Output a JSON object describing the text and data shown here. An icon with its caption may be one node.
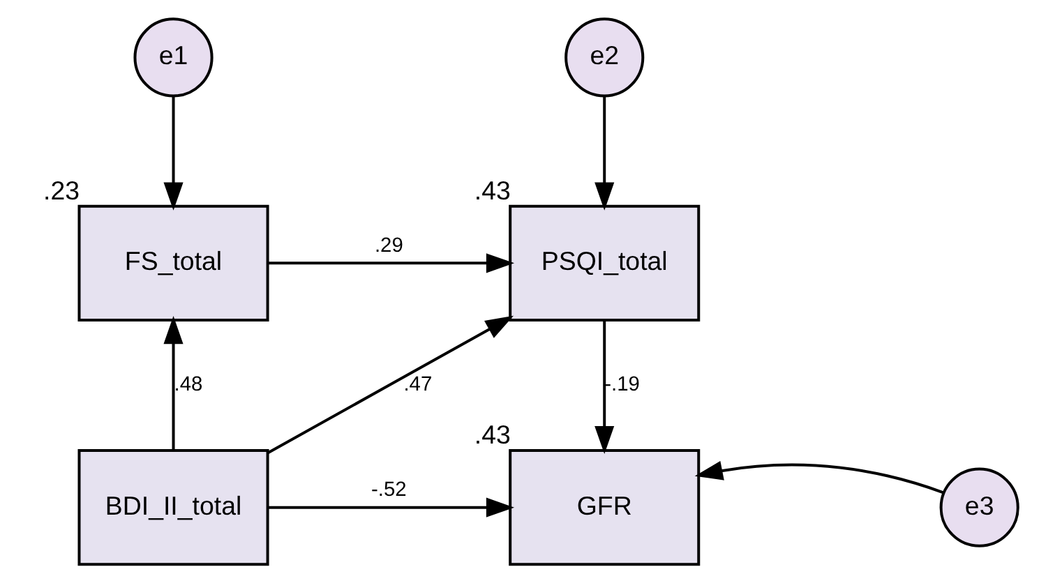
{
  "diagram": {
    "nodes": [
      {
        "text": [
          "e1"
        ]
      },
      {
        "text": [
          "e2"
        ]
      },
      {
        "text": [
          "FS_total"
        ],
        "beside": [
          ".23"
        ]
      },
      {
        "text": [
          "PSQI_total"
        ],
        "beside": [
          ".43"
        ]
      },
      {
        "text": [
          "BDI_II_total"
        ]
      },
      {
        "text": [
          "GFR"
        ],
        "beside": [
          ".43"
        ]
      },
      {
        "text": [
          "e3"
        ]
      }
    ],
    "edges": [
      {
        "from": 0,
        "to": 2,
        "arrow": "to"
      },
      {
        "from": 1,
        "to": 3,
        "arrow": "to"
      },
      {
        "from": 2,
        "to": 3,
        "arrow": "to",
        "label": ".29"
      },
      {
        "from": 4,
        "to": 2,
        "arrow": "to",
        "label": ".48"
      },
      {
        "from": 4,
        "to": 3,
        "arrow": "to",
        "label": ".47"
      },
      {
        "from": 3,
        "to": 5,
        "arrow": "to",
        "label": "-.19"
      },
      {
        "from": 4,
        "to": 5,
        "arrow": "to",
        "label": "-.52"
      },
      {
        "from": 6,
        "to": 5,
        "arrow": "to"
      }
    ]
  }
}
